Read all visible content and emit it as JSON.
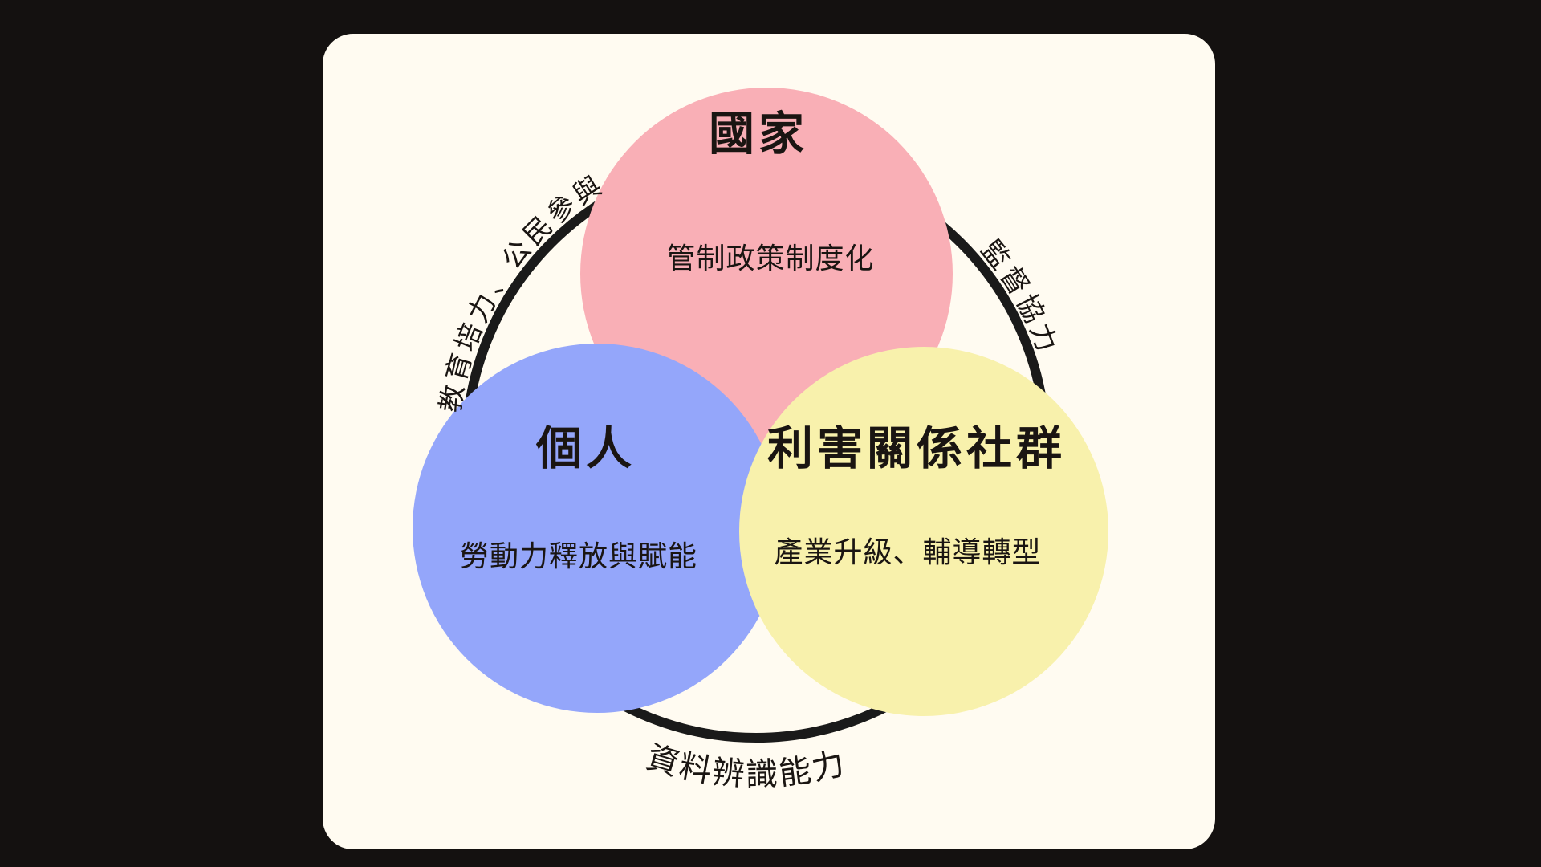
{
  "canvas": {
    "background_color": "#141110",
    "card_color": "#FFFBF1",
    "ring_color": "#1A1A1A",
    "text_color": "#1A1512"
  },
  "diagram": {
    "circles": [
      {
        "id": "state",
        "title": "國家",
        "description": "管制政策制度化",
        "color": "#F9AFB6"
      },
      {
        "id": "individual",
        "title": "個人",
        "description": "勞動力釋放與賦能",
        "color": "#94A6FA"
      },
      {
        "id": "stakeholder-community",
        "title": "利害關係社群",
        "description": "產業升級、輔導轉型",
        "color": "#F8F1AC"
      }
    ],
    "arc_labels": [
      {
        "position": "upper-left",
        "text": "教育培力、公民參與"
      },
      {
        "position": "upper-right",
        "text": "監督協力"
      },
      {
        "position": "bottom",
        "text": "資料辨識能力"
      }
    ]
  }
}
